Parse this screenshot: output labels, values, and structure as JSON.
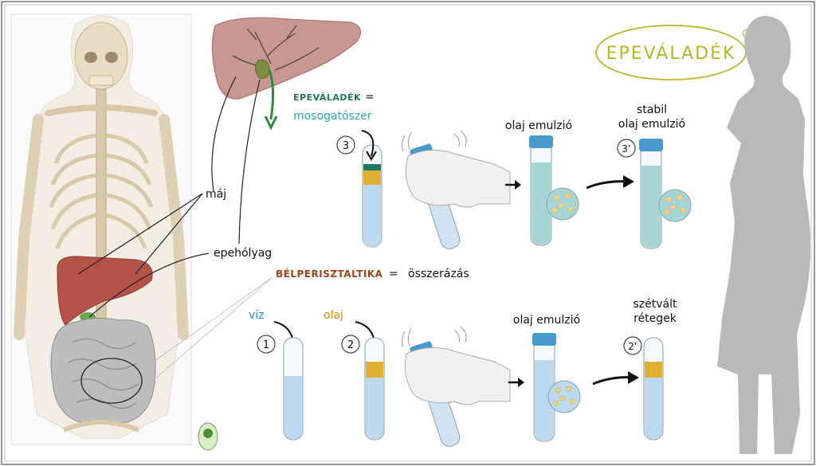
{
  "labels": {
    "title": "EPEVÁLADÉK",
    "liver": "máj",
    "gallbladder": "epehólyag",
    "peristalsis": "BÉLPERISZTALTIKA",
    "peristalsis_eq": "=",
    "peristalsis_meaning": "összerázás",
    "bile": "EPEVÁLADÉK",
    "bile_eq": "=",
    "detergent": "mosogatószer",
    "water": "víz",
    "oil": "olaj",
    "emulsion_top": "olaj emulzió",
    "emulsion_bottom": "olaj emulzió",
    "stable_line1": "stabil",
    "stable_line2": "olaj emulzió",
    "separated_line1": "szétvált",
    "separated_line2": "rétegek",
    "step1": "1",
    "step2": "2",
    "step2p": "2’",
    "step3": "3",
    "step3p": "3’"
  },
  "colors": {
    "title_green": "#b5b829",
    "bile_green": "#1f7a4d",
    "detergent_teal": "#2aa3b5",
    "water_blue": "#2a93b8",
    "oil_orange": "#d08a12",
    "peristalsis_brown": "#a0441c",
    "liver": "#b5524a",
    "tube_water": "#bcd9f0",
    "tube_emulsion": "#a7d5d5",
    "cap_blue": "#4a9ad0",
    "silhouette": "#b9b9b9"
  }
}
